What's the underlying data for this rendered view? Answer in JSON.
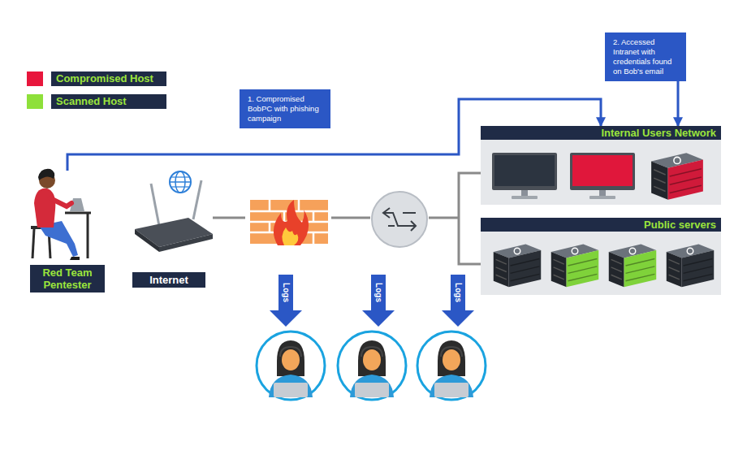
{
  "diagram": {
    "nodes": [
      {
        "text": [
          "1. Compromised BobPC with phishing campaign"
        ]
      },
      {
        "text": [
          "2. Accessed Intranet with credentials found on Bob's email"
        ]
      },
      {
        "text": [
          "Internal Users Network"
        ]
      },
      {
        "text": [
          "Red Team Pentester"
        ]
      },
      {
        "text": [
          "Internet"
        ]
      },
      {
        "text": [
          "Public servers"
        ]
      }
    ],
    "edges": [
      {
        "from": 3,
        "to": 2,
        "arrow": "to"
      },
      {
        "from": 1,
        "to": 2,
        "arrow": "to"
      }
    ],
    "labels": [
      "Logs",
      "Logs",
      "Logs"
    ],
    "legend": [
      {
        "text": "Compromised Host",
        "color": "#e8163c"
      },
      {
        "text": "Scanned Host",
        "color": "#8ee03a"
      }
    ]
  }
}
